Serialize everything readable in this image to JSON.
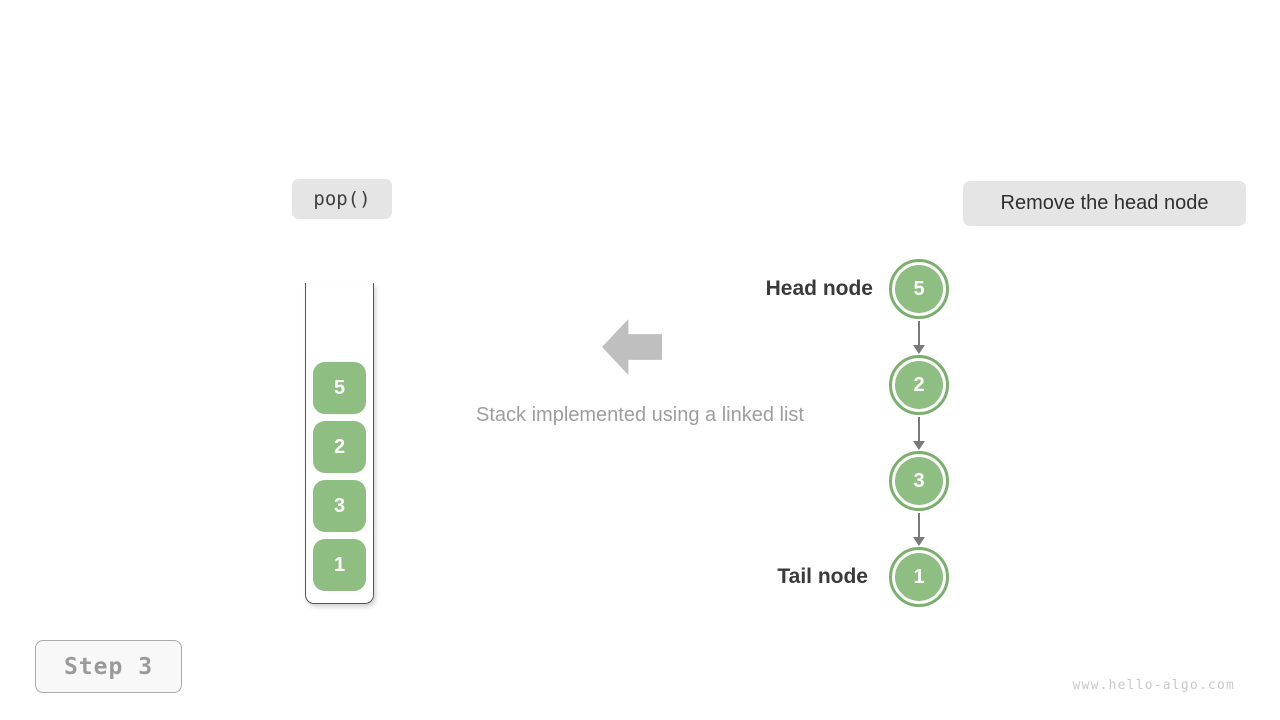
{
  "operation": {
    "label": "pop()"
  },
  "action": {
    "label": "Remove the head node"
  },
  "stack": {
    "items": [
      "5",
      "2",
      "3",
      "1"
    ]
  },
  "list": {
    "head_label": "Head node",
    "tail_label": "Tail node",
    "nodes": [
      "5",
      "2",
      "3",
      "1"
    ]
  },
  "caption": "Stack implemented using a linked list",
  "step": {
    "label": "Step 3"
  },
  "watermark": "www.hello-algo.com",
  "colors": {
    "node_green": "#8fbe82",
    "node_ring_green": "#7ab06c",
    "label_pill_gray": "#e5e5e5",
    "block_arrow_gray": "#bfbfbf",
    "connector_gray": "#7a7a7a",
    "caption_gray": "#9e9e9e",
    "step_text_gray": "#9a9a9a",
    "label_text_dark": "#3a3a3a"
  }
}
